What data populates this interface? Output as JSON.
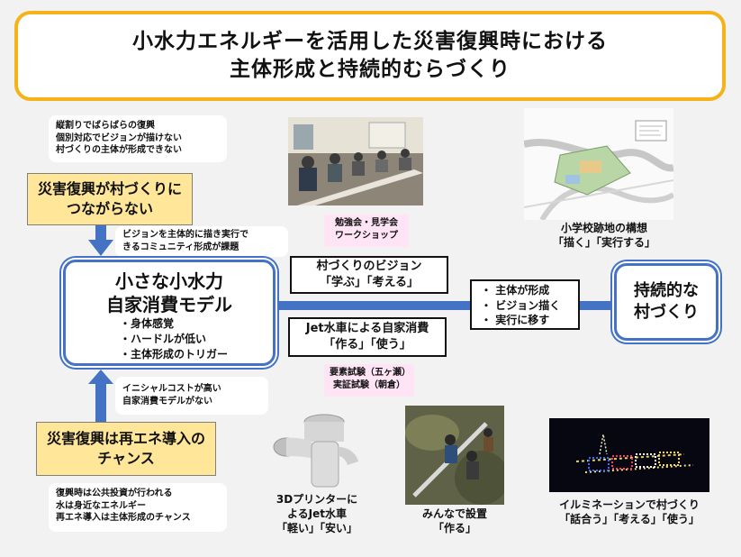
{
  "title": {
    "line1": "小水力エネルギーを活用した災害復興時における",
    "line2": "主体形成と持続的むらづくり"
  },
  "top_note": {
    "lines": [
      "縦割りでばらばらの復興",
      "個別対応でビジョンが描けない",
      "村づくりの主体が形成できない"
    ]
  },
  "problem_box": {
    "line1": "災害復興が村づくりに",
    "line2": "つながらない"
  },
  "upper_arrow_note": {
    "lines": [
      "ビジョンを主体的に描き実行で",
      "きるコミュニティ形成が課題"
    ]
  },
  "model": {
    "line1": "小さな小水力",
    "line2": "自家消費モデル",
    "points": [
      "身体感覚",
      "ハードルが低い",
      "主体形成のトリガー"
    ]
  },
  "lower_arrow_note": {
    "lines": [
      "イニシャルコストが高い",
      "自家消費モデルがない"
    ]
  },
  "chance_box": {
    "line1": "災害復興は再エネ導入の",
    "line2": "チャンス"
  },
  "bottom_note": {
    "lines": [
      "復興時は公共投資が行われる",
      "水は身近なエネルギー",
      "再エネ導入は主体形成のチャンス"
    ]
  },
  "vision_box": {
    "line1": "村づくりのビジョン",
    "line2": "「学ぶ」「考える」"
  },
  "jet_box": {
    "line1": "Jet水車による自家消費",
    "line2": "「作る」「使う」"
  },
  "study_label": {
    "line1": "勉強会・見学会",
    "line2": "ワークショップ"
  },
  "trial_label": {
    "line1": "要素試験（五ヶ瀬）",
    "line2": "実証試験（朝倉）"
  },
  "results": {
    "items": [
      "主体が形成",
      "ビジョン描く",
      "実行に移す"
    ]
  },
  "goal": {
    "line1": "持続的な",
    "line2": "村づくり"
  },
  "school_caption": {
    "line1": "小学校跡地の構想",
    "line2": "「描く」「実行する」"
  },
  "printer_caption": {
    "line1": "3Dプリンターに",
    "line2": "よるJet水車",
    "line3": "「軽い」「安い」"
  },
  "install_caption": {
    "line1": "みんなで設置",
    "line2": "「作る」"
  },
  "illum_caption": {
    "line1": "イルミネーションで村づくり",
    "line2": "「話合う」「考える」「使う」"
  },
  "colors": {
    "title_border": "#f5b21a",
    "yellow_box": "#ffe699",
    "blue": "#4472c4",
    "pink_label": "#ffe4f6"
  }
}
